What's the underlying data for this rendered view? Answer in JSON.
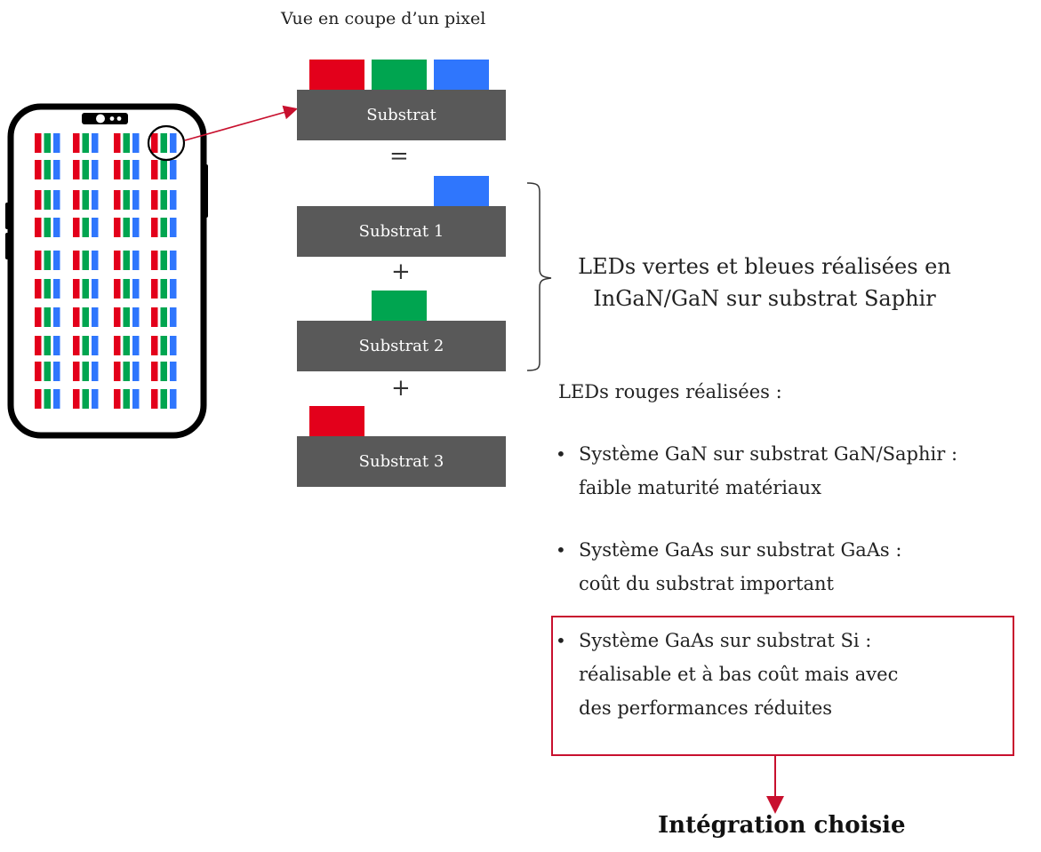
{
  "header": {
    "title": "Vue en coupe d’un pixel"
  },
  "stack": {
    "substrate_top": "Substrat",
    "equals": "=",
    "substrate_1": "Substrat 1",
    "plus_1": "+",
    "substrate_2": "Substrat 2",
    "plus_2": "+",
    "substrate_3": "Substrat 3"
  },
  "colors": {
    "red": "#e3001b",
    "green": "#00a550",
    "blue": "#2f76fd",
    "substrate": "#595959",
    "highlight": "#c8102e"
  },
  "green_blue_note": {
    "line1": "LEDs vertes et bleues réalisées en",
    "line2": "InGaN/GaN sur substrat Saphir"
  },
  "red_section": {
    "title": "LEDs rouges réalisées :",
    "bullets": [
      {
        "line1": "Système GaN sur substrat GaN/Saphir :",
        "line2": "faible maturité matériaux"
      },
      {
        "line1": "Système GaAs sur substrat GaAs :",
        "line2": "coût du substrat important"
      },
      {
        "line1": "Système GaAs sur substrat Si :",
        "line2": "réalisable et à bas coût mais avec",
        "line3": "des performances réduites"
      }
    ],
    "bullet_symbol": "•"
  },
  "conclusion": {
    "label": "Intégration choisie"
  }
}
